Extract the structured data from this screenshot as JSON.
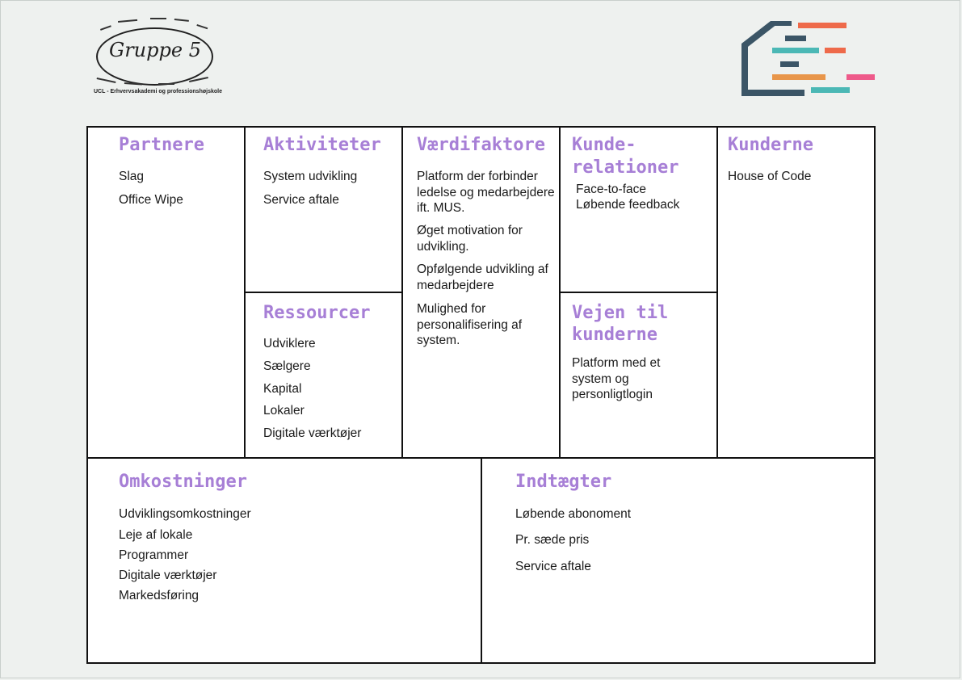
{
  "logo": {
    "name": "Gruppe 5",
    "subtitle": "UCL - Erhvervsakademi og professionshøjskole"
  },
  "partnere": {
    "title": "Partnere",
    "items": [
      "Slag",
      "Office Wipe"
    ]
  },
  "aktiviteter": {
    "title": "Aktiviteter",
    "items": [
      "System udvikling",
      "Service aftale"
    ]
  },
  "ressourcer": {
    "title": "Ressourcer",
    "items": [
      "Udviklere",
      "Sælgere",
      "Kapital",
      "Lokaler",
      "Digitale værktøjer"
    ]
  },
  "vaerdifaktore": {
    "title": "Værdifaktore",
    "items": [
      "Platform der forbinder ledelse og medarbejdere ift. MUS.",
      "Øget motivation for udvikling.",
      "Opfølgende udvikling af medarbejdere",
      "Mulighed for personalifisering af system."
    ]
  },
  "kunderelationer": {
    "title_line1": "Kunde-",
    "title_line2": "relationer",
    "items": [
      "Face-to-face",
      "Løbende feedback"
    ]
  },
  "vejen": {
    "title_line1": "Vejen til",
    "title_line2": "kunderne",
    "text": "Platform med et system og personligtlogin"
  },
  "kunderne": {
    "title": "Kunderne",
    "items": [
      "House of Code"
    ]
  },
  "omkostninger": {
    "title": "Omkostninger",
    "items": [
      "Udviklingsomkostninger",
      "Leje af lokale",
      "Programmer",
      "Digitale værktøjer",
      "Markedsføring"
    ]
  },
  "indtaegter": {
    "title": "Indtægter",
    "items": [
      "Løbende abonoment",
      "Pr. sæde pris",
      "Service aftale"
    ]
  }
}
